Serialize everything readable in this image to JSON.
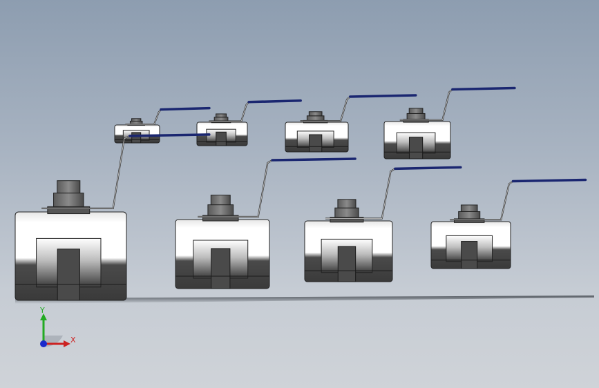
{
  "scene": {
    "subject": "ball-valve",
    "handle_color": "#1a2670",
    "body_light": "#ffffff",
    "body_dark": "#3c3c3c",
    "background_top": "#8d9db0",
    "background_bottom": "#cfd3d8"
  },
  "triad": {
    "x_label": "X",
    "y_label": "Y",
    "x_color": "#cc2222",
    "y_color": "#22aa22",
    "z_color": "#1a2acc"
  }
}
